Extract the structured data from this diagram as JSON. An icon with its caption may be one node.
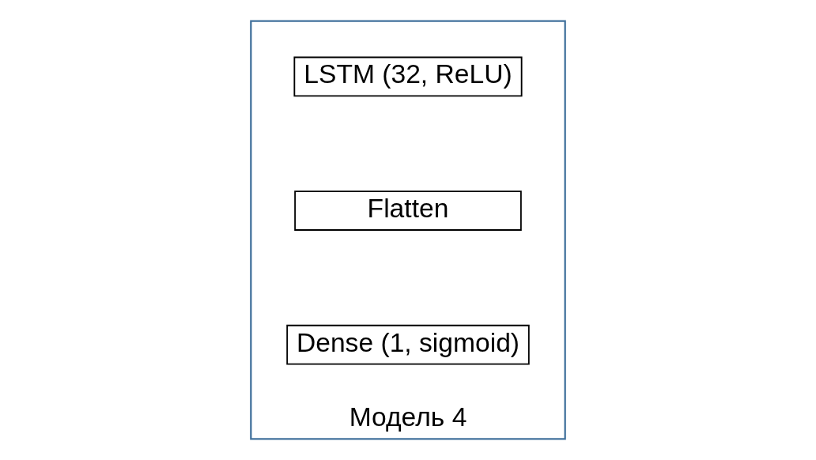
{
  "diagram": {
    "nodes": [
      {
        "text": [
          "Модель 4"
        ]
      },
      {
        "text": [
          "LSTM (32, ReLU)"
        ],
        "in": 0
      },
      {
        "text": [
          "Flatten"
        ],
        "in": 0
      },
      {
        "text": [
          "Dense (1, sigmoid)"
        ],
        "in": 0
      }
    ]
  }
}
